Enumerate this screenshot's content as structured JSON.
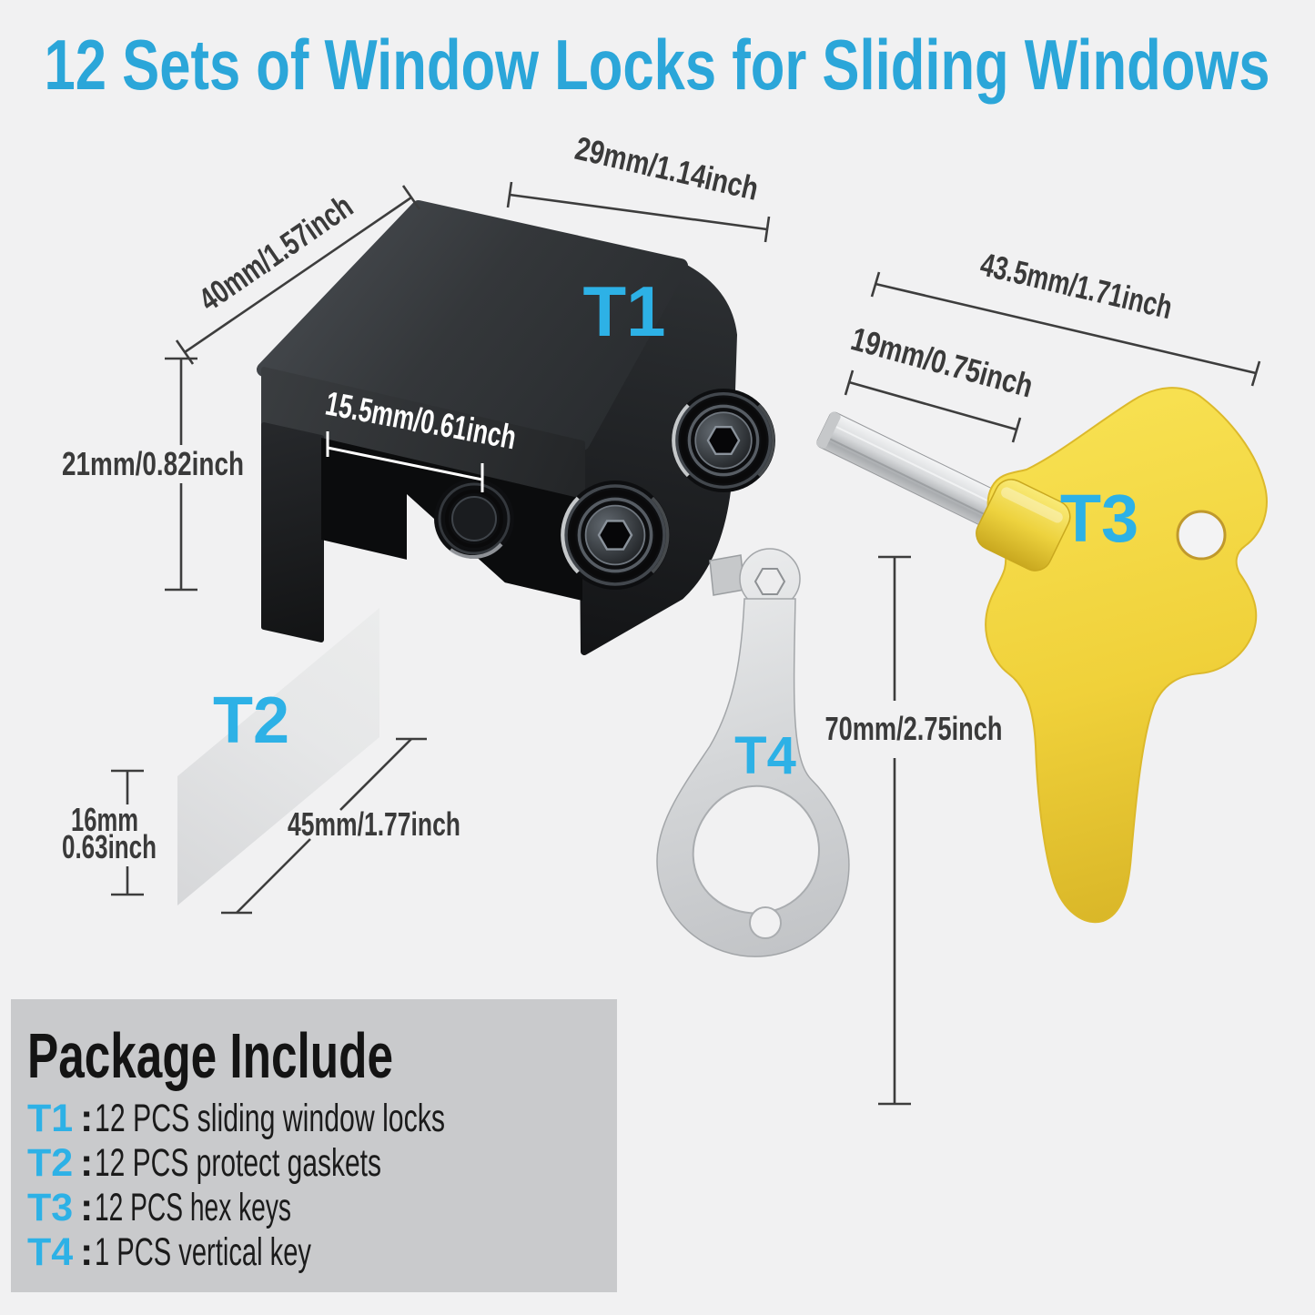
{
  "title": {
    "text": "12 Sets of Window Locks for Sliding Windows"
  },
  "colors": {
    "title_cyan": "#2ba6d9",
    "label_cyan": "#2db1e6",
    "dimension_gray": "#3a3a3a",
    "background": "#f1f1f2",
    "package_box_gray": "#c9cacc",
    "lock_black": "#212326",
    "key_yellow": "#f2d844",
    "key_silver": "#d9dadc"
  },
  "parts": {
    "t1": {
      "label": "T1",
      "dim_width": "29mm/1.14inch",
      "dim_depth": "40mm/1.57inch",
      "dim_height": "21mm/0.82inch",
      "dim_inner": "15.5mm/0.61inch"
    },
    "t2": {
      "label": "T2",
      "dim_length": "45mm/1.77inch",
      "dim_height_mm": "16mm",
      "dim_height_inch": "0.63inch"
    },
    "t3": {
      "label": "T3",
      "dim_total": "43.5mm/1.71inch",
      "dim_shaft": "19mm/0.75inch"
    },
    "t4": {
      "label": "T4",
      "dim_length": "70mm/2.75inch"
    }
  },
  "package": {
    "title": "Package Include",
    "items": [
      {
        "label": "T1",
        "colon": ":",
        "desc": "12 PCS sliding window locks"
      },
      {
        "label": "T2",
        "colon": ":",
        "desc": "12 PCS protect gaskets"
      },
      {
        "label": "T3",
        "colon": ":",
        "desc": "12 PCS hex keys"
      },
      {
        "label": "T4",
        "colon": ":",
        "desc": "1 PCS vertical key"
      }
    ]
  }
}
